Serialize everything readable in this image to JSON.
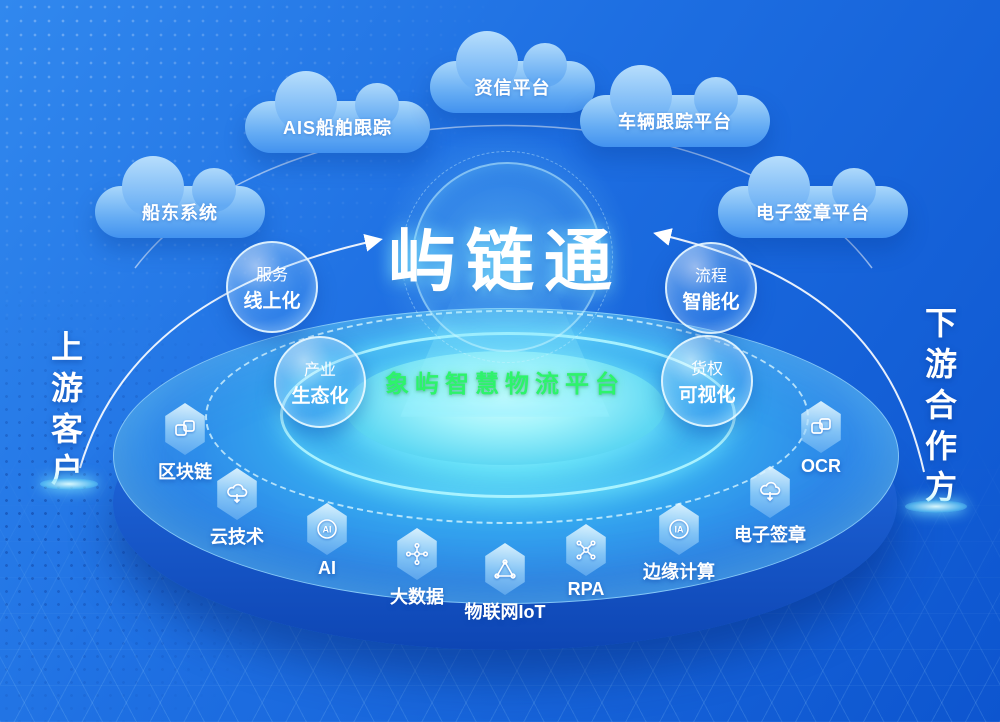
{
  "logo": {
    "text": "屿链通"
  },
  "platform": {
    "title": "象屿智慧物流平台"
  },
  "sides": {
    "left": "上游客户",
    "right": "下游合作方"
  },
  "clouds": [
    {
      "label": "船东系统"
    },
    {
      "label": "AIS船舶跟踪"
    },
    {
      "label": "资信平台"
    },
    {
      "label": "车辆跟踪平台"
    },
    {
      "label": "电子签章平台"
    }
  ],
  "bubbles": [
    {
      "line1": "服务",
      "line2": "线上化"
    },
    {
      "line1": "流程",
      "line2": "智能化"
    },
    {
      "line1": "产业",
      "line2": "生态化"
    },
    {
      "line1": "货权",
      "line2": "可视化"
    }
  ],
  "technologies": [
    {
      "label": "区块链",
      "icon": "blockchain-icon"
    },
    {
      "label": "云技术",
      "icon": "cloud-tech-icon"
    },
    {
      "label": "AI",
      "icon": "ai-chip-icon",
      "icon_text": "AI"
    },
    {
      "label": "大数据",
      "icon": "big-data-icon"
    },
    {
      "label": "物联网IoT",
      "icon": "iot-icon"
    },
    {
      "label": "RPA",
      "icon": "rpa-icon"
    },
    {
      "label": "边缘计算",
      "icon": "edge-computing-icon",
      "icon_text": "IA"
    },
    {
      "label": "电子签章",
      "icon": "e-signature-icon"
    },
    {
      "label": "OCR",
      "icon": "ocr-icon"
    }
  ],
  "colors": {
    "background_top": "#3188EE",
    "background_bottom": "#0D55CF",
    "disc_blue": "#2C86E8",
    "glow_cyan": "#54E0F8",
    "platform_green": "#2DF36B",
    "cloud_blue": "#66ADF4",
    "text_white": "#FFFFFF"
  }
}
